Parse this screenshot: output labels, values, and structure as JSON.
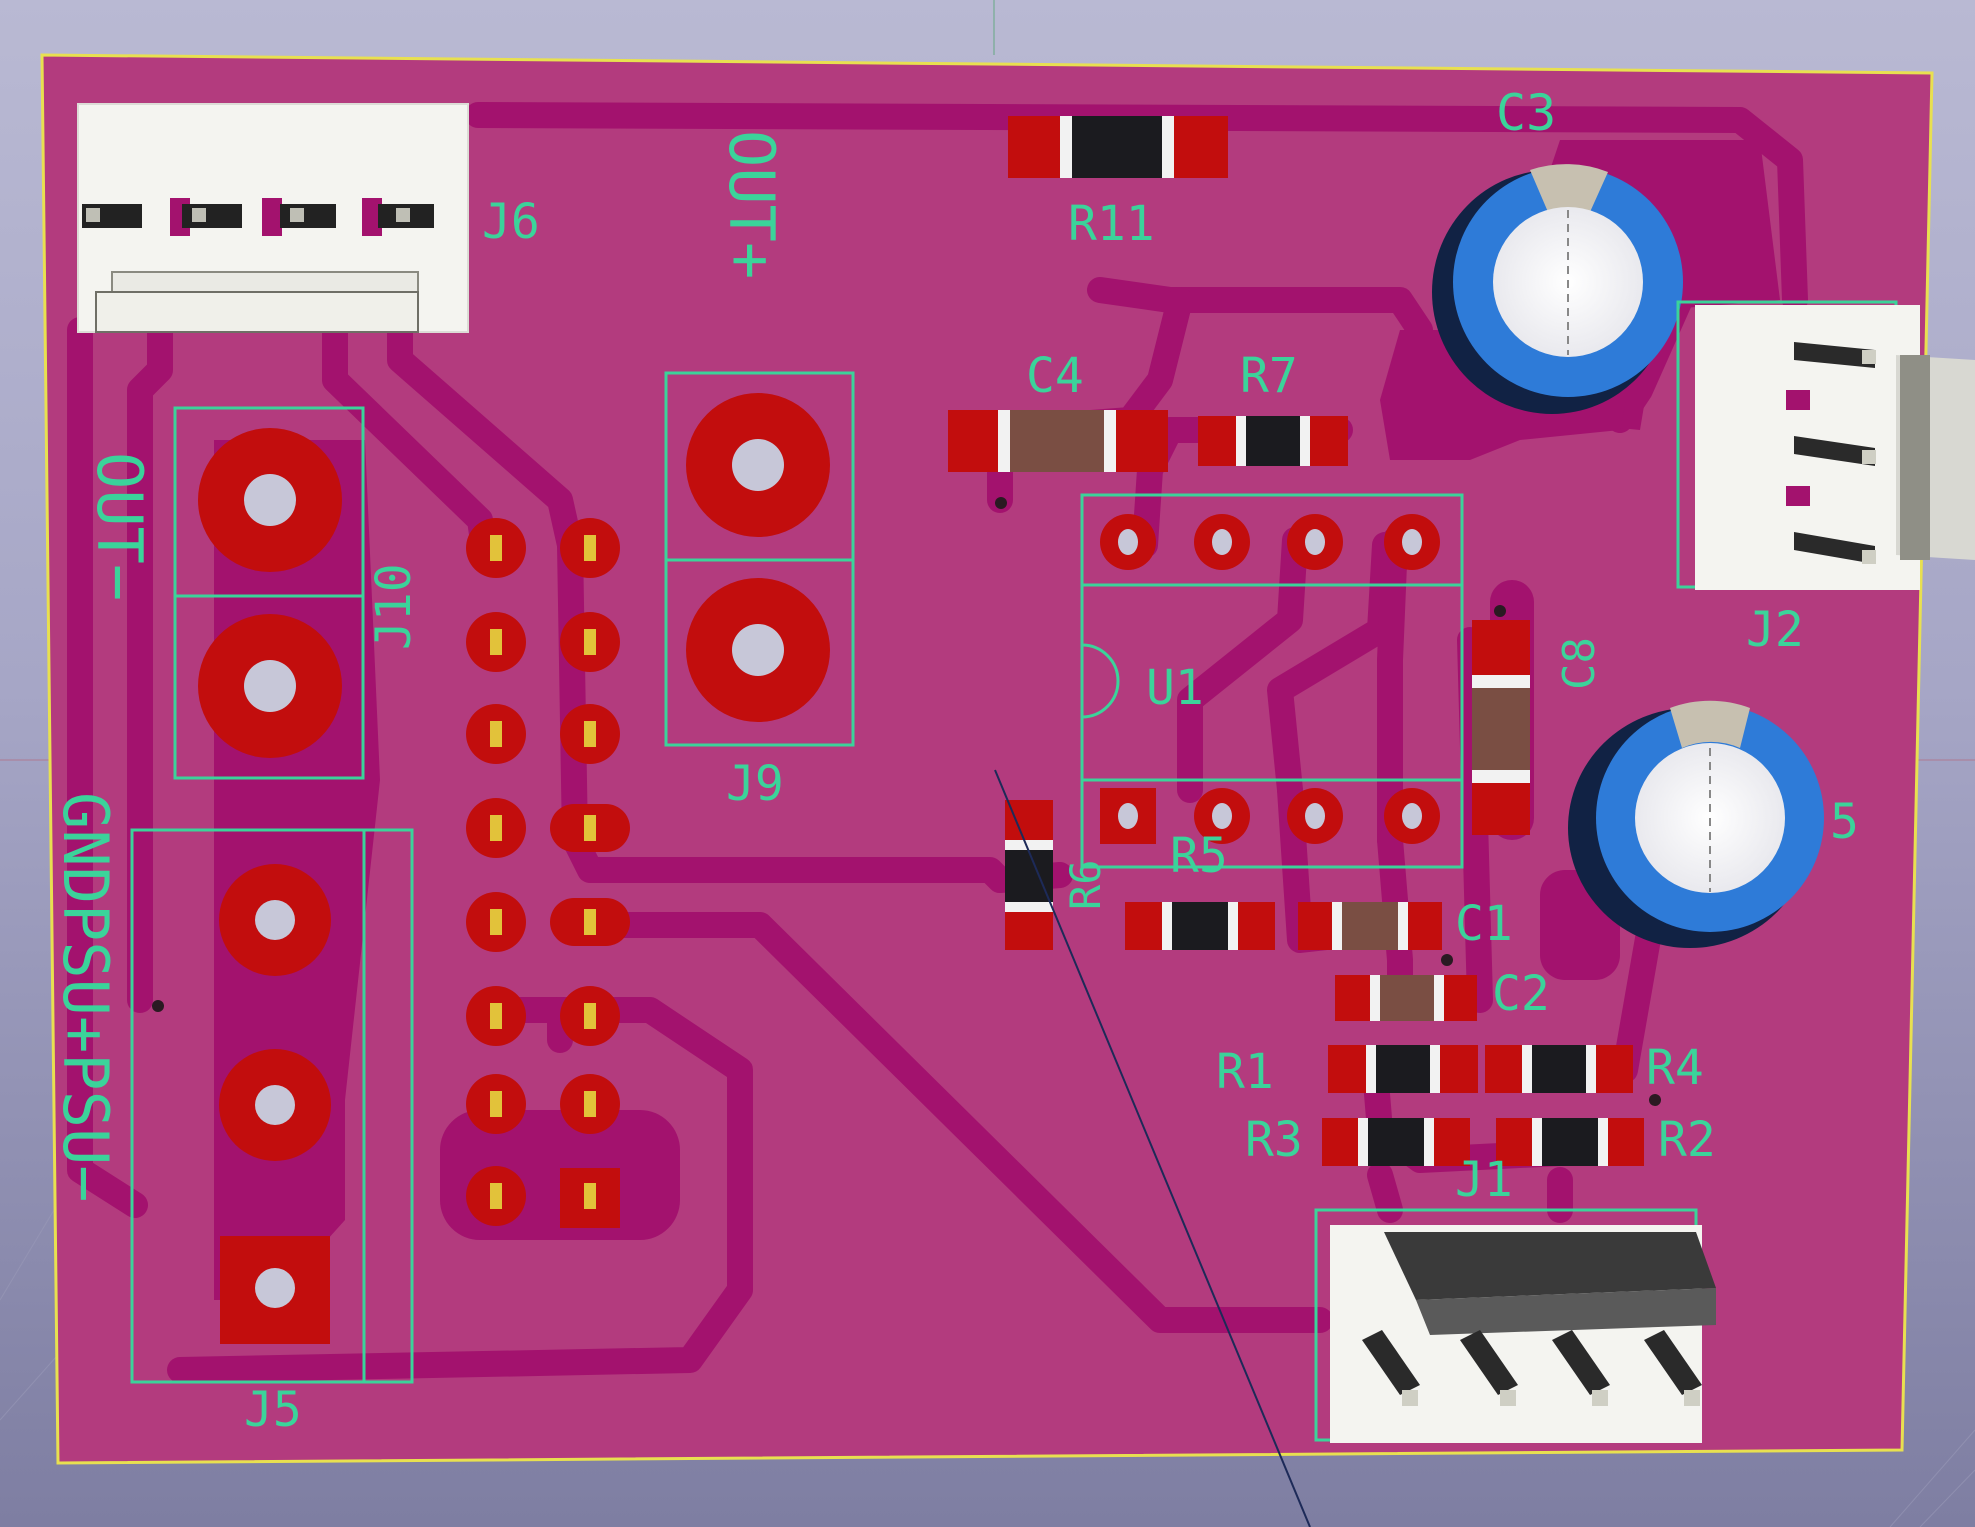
{
  "board": {
    "colors": {
      "viewport_top": "#b9b9d3",
      "viewport_bottom": "#7e7ea2",
      "board": "#b33b7e",
      "pour": "#a3126e",
      "track": "#a3126e",
      "pad": "#c20d0d",
      "silk": "#3bd39a",
      "outline": "#e8e050",
      "connector": "#f4f4f0",
      "cap_blue": "#2e7bd8",
      "resistor_body": "#1b1b1f",
      "cap_body": "#7a4e43"
    },
    "silkscreen_text": {
      "out_plus_top": "OUT+",
      "out_minus": "OUT−",
      "gnd_psu": "GNDPSU+PSU−"
    },
    "reference_designators": {
      "J6": "J6",
      "J10": "J10",
      "J9": "J9",
      "J5": "J5",
      "J2": "J2",
      "J1": "J1",
      "U1": "U1",
      "R11": "R11",
      "R7": "R7",
      "R6": "R6",
      "R5": "R5",
      "R1": "R1",
      "R2": "R2",
      "R3": "R3",
      "R4": "R4",
      "C1": "C1",
      "C2": "C2",
      "C3": "C3",
      "C4": "C4",
      "C8": "C8",
      "C5": "5"
    }
  }
}
